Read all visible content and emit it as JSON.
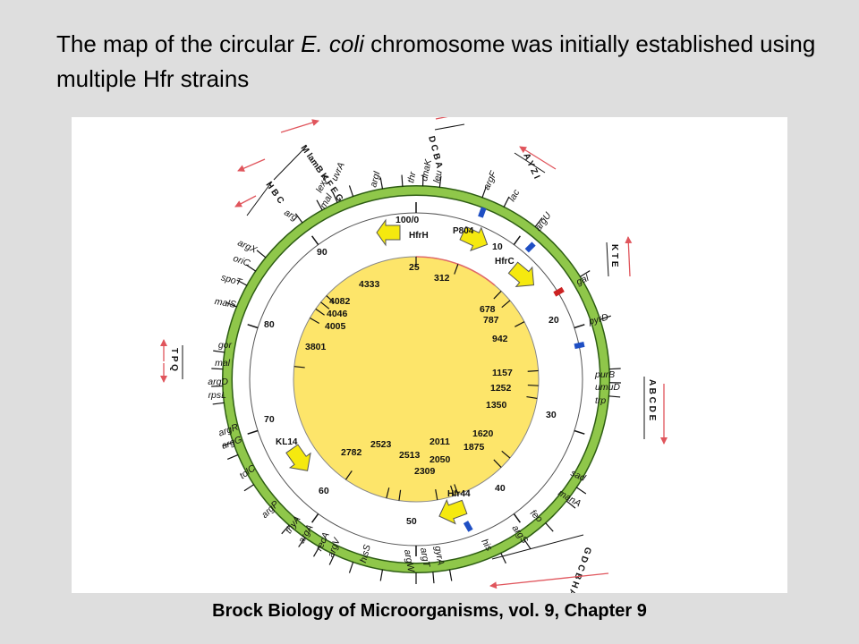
{
  "title": {
    "part1": "The map of the circular ",
    "italic": "E. coli",
    "part2": " chromosome was initially established using multiple Hfr strains"
  },
  "caption": "Brock Biology of Microorganisms, vol. 9, Chapter 9",
  "colors": {
    "background": "#dedede",
    "outer_ring": "#8fc74a",
    "outer_ring_stroke": "#2e5d14",
    "inner_disk": "#fde56a",
    "marker_blue": "#1f4fc4",
    "marker_red": "#cc2222",
    "hfr_arrow": "#f5e90f",
    "operon_arrow": "#e0555c",
    "green_gene": "#3aa02b"
  },
  "minute_labels": [
    "100/0",
    "10",
    "20",
    "30",
    "40",
    "50",
    "60",
    "70",
    "80",
    "90"
  ],
  "genes": [
    {
      "name": "thr",
      "green": false
    },
    {
      "name": "dnaK",
      "green": false
    },
    {
      "name": "leu",
      "green": false
    },
    {
      "name": "argF",
      "green": false
    },
    {
      "name": "lac",
      "green": false
    },
    {
      "name": "argU",
      "green": false
    },
    {
      "name": "gal",
      "green": false
    },
    {
      "name": "pyrD",
      "green": false
    },
    {
      "name": "purB",
      "green": false
    },
    {
      "name": "umuD",
      "green": false
    },
    {
      "name": "trp",
      "green": false
    },
    {
      "name": "sad",
      "green": false
    },
    {
      "name": "manA",
      "green": false
    },
    {
      "name": "feo",
      "green": false
    },
    {
      "name": "argS",
      "green": false
    },
    {
      "name": "his",
      "green": false
    },
    {
      "name": "gyrA",
      "green": false
    },
    {
      "name": "argT",
      "green": false
    },
    {
      "name": "argW",
      "green": false
    },
    {
      "name": "hisS",
      "green": false
    },
    {
      "name": "argV",
      "green": false
    },
    {
      "name": "recA",
      "green": false
    },
    {
      "name": "argA",
      "green": false
    },
    {
      "name": "thyA",
      "green": false
    },
    {
      "name": "argP",
      "green": false
    },
    {
      "name": "tolC",
      "green": false
    },
    {
      "name": "argG",
      "green": false
    },
    {
      "name": "argR",
      "green": false
    },
    {
      "name": "rpsL",
      "green": false
    },
    {
      "name": "argD",
      "green": false
    },
    {
      "name": "mal",
      "green": true
    },
    {
      "name": "gor",
      "green": false
    },
    {
      "name": "malS",
      "green": true
    },
    {
      "name": "spoT",
      "green": false
    },
    {
      "name": "oriC",
      "green": false
    },
    {
      "name": "argX",
      "green": false
    },
    {
      "name": "arg",
      "green": false
    },
    {
      "name": "mal",
      "green": true
    },
    {
      "name": "lexA",
      "green": false
    },
    {
      "name": "uvrA",
      "green": false
    },
    {
      "name": "argI",
      "green": false
    }
  ],
  "operons": [
    {
      "letters": "D C B A",
      "green": false
    },
    {
      "letters": "A Y Z I",
      "green": false
    },
    {
      "letters": "K T E",
      "green": false
    },
    {
      "letters": "A B C D E",
      "green": false
    },
    {
      "letters": "G D C B H A F I E",
      "green": false
    },
    {
      "letters": "T P Q",
      "green": true
    },
    {
      "letters": "H B C",
      "green": false
    },
    {
      "letters": "M lamB K F E G",
      "green": true
    }
  ],
  "hfr_strains": [
    "HfrH",
    "P804",
    "HfrC",
    "KL14",
    "Hfr44"
  ],
  "inner_numbers": [
    "25",
    "312",
    "4333",
    "4082",
    "4046",
    "4005",
    "3801",
    "678",
    "787",
    "942",
    "1157",
    "1252",
    "1350",
    "1620",
    "1875",
    "2011",
    "2050",
    "2309",
    "2513",
    "2523",
    "2782"
  ]
}
